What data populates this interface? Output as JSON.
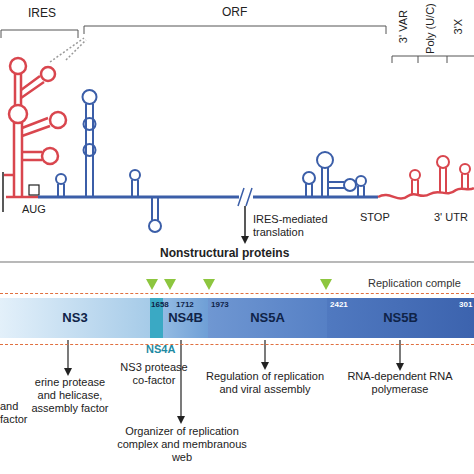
{
  "diagram": {
    "nodes": [
      {
        "text": [
          "Replication comple"
        ]
      },
      {
        "text": [
          "NS3"
        ],
        "in": 0
      },
      {
        "text": [
          "NS4A"
        ],
        "in": 0
      },
      {
        "text": [
          "NS4B"
        ],
        "in": 0
      },
      {
        "text": [
          "NS5A"
        ],
        "in": 0
      },
      {
        "text": [
          "NS5B"
        ],
        "in": 0
      }
    ],
    "labels": [
      "IRES",
      "ORF",
      "3' VAR",
      "Poly (U/C)",
      "3'X",
      "AUG",
      "STOP",
      "3' UTR",
      "IRES-mediated translation",
      "Nonstructural proteins",
      "1658",
      "1712",
      "1973",
      "2421",
      "301",
      "erine protease and helicase, assembly factor",
      "and factor",
      "NS3 protease co-factor",
      "Organizer of replication complex and membranous web",
      "Regulation of replication and viral assembly",
      "RNA-dependent RNA polymerase"
    ]
  }
}
